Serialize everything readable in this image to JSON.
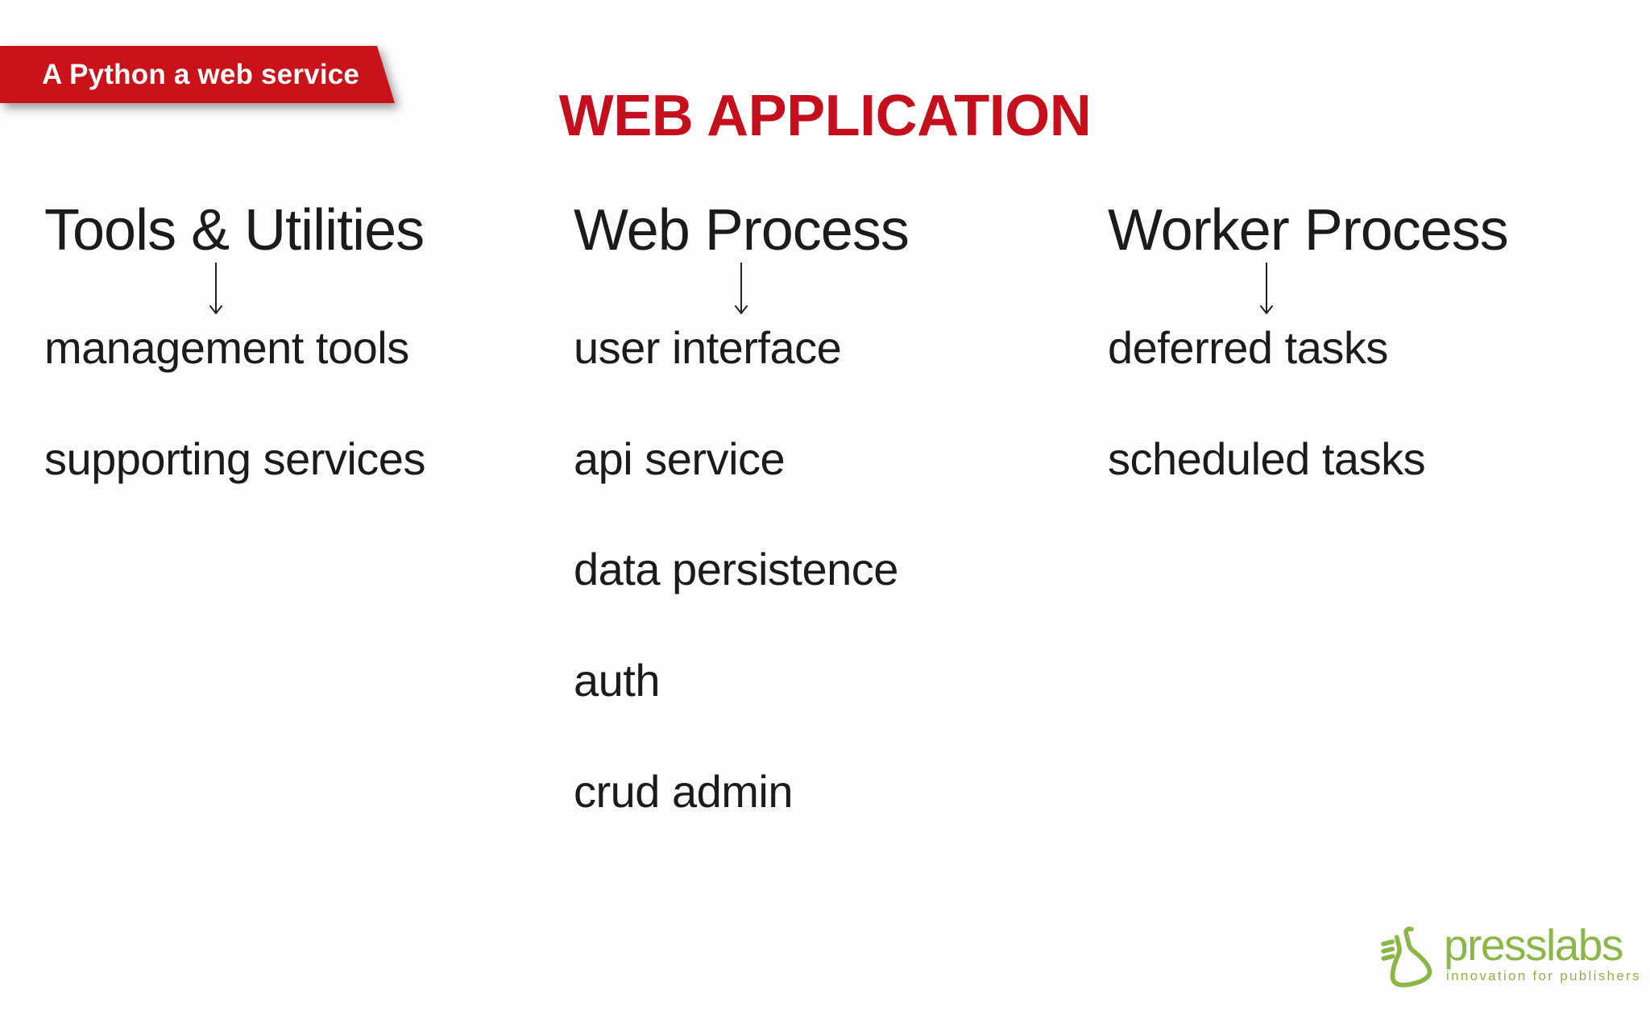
{
  "colors": {
    "background": "#fdfdfd",
    "accent_red": "#c9121a",
    "title_red": "#c50f1d",
    "ink": "#1b1b1b",
    "arrow": "#222222",
    "brand_green": "#8ab747"
  },
  "ribbon": {
    "label": "A Python a web service"
  },
  "title": {
    "text": "WEB APPLICATION"
  },
  "columns": [
    {
      "header": "Tools & Utilities",
      "arrow_icon": "down-arrow-icon",
      "items": [
        "management tools",
        "supporting services"
      ]
    },
    {
      "header": "Web Process",
      "arrow_icon": "down-arrow-icon",
      "items": [
        "user interface",
        "api service",
        "data persistence",
        "auth",
        "crud admin"
      ]
    },
    {
      "header": "Worker Process",
      "arrow_icon": "down-arrow-icon",
      "items": [
        "deferred tasks",
        "scheduled tasks"
      ]
    }
  ],
  "logo": {
    "brand": "presslabs",
    "tagline": "innovation for publishers",
    "icon": "flask-icon"
  }
}
